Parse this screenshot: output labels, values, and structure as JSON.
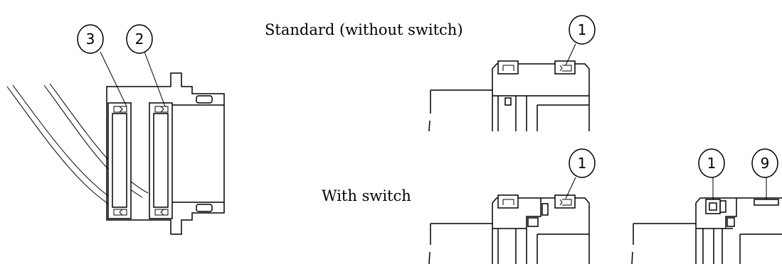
{
  "labels": {
    "standard": "Standard (without switch)",
    "with_switch": "With switch"
  },
  "callouts": {
    "left_a": "3",
    "left_b": "2",
    "standard": "1",
    "switch_a": "1",
    "switch_b": "1",
    "switch_c": "9"
  }
}
